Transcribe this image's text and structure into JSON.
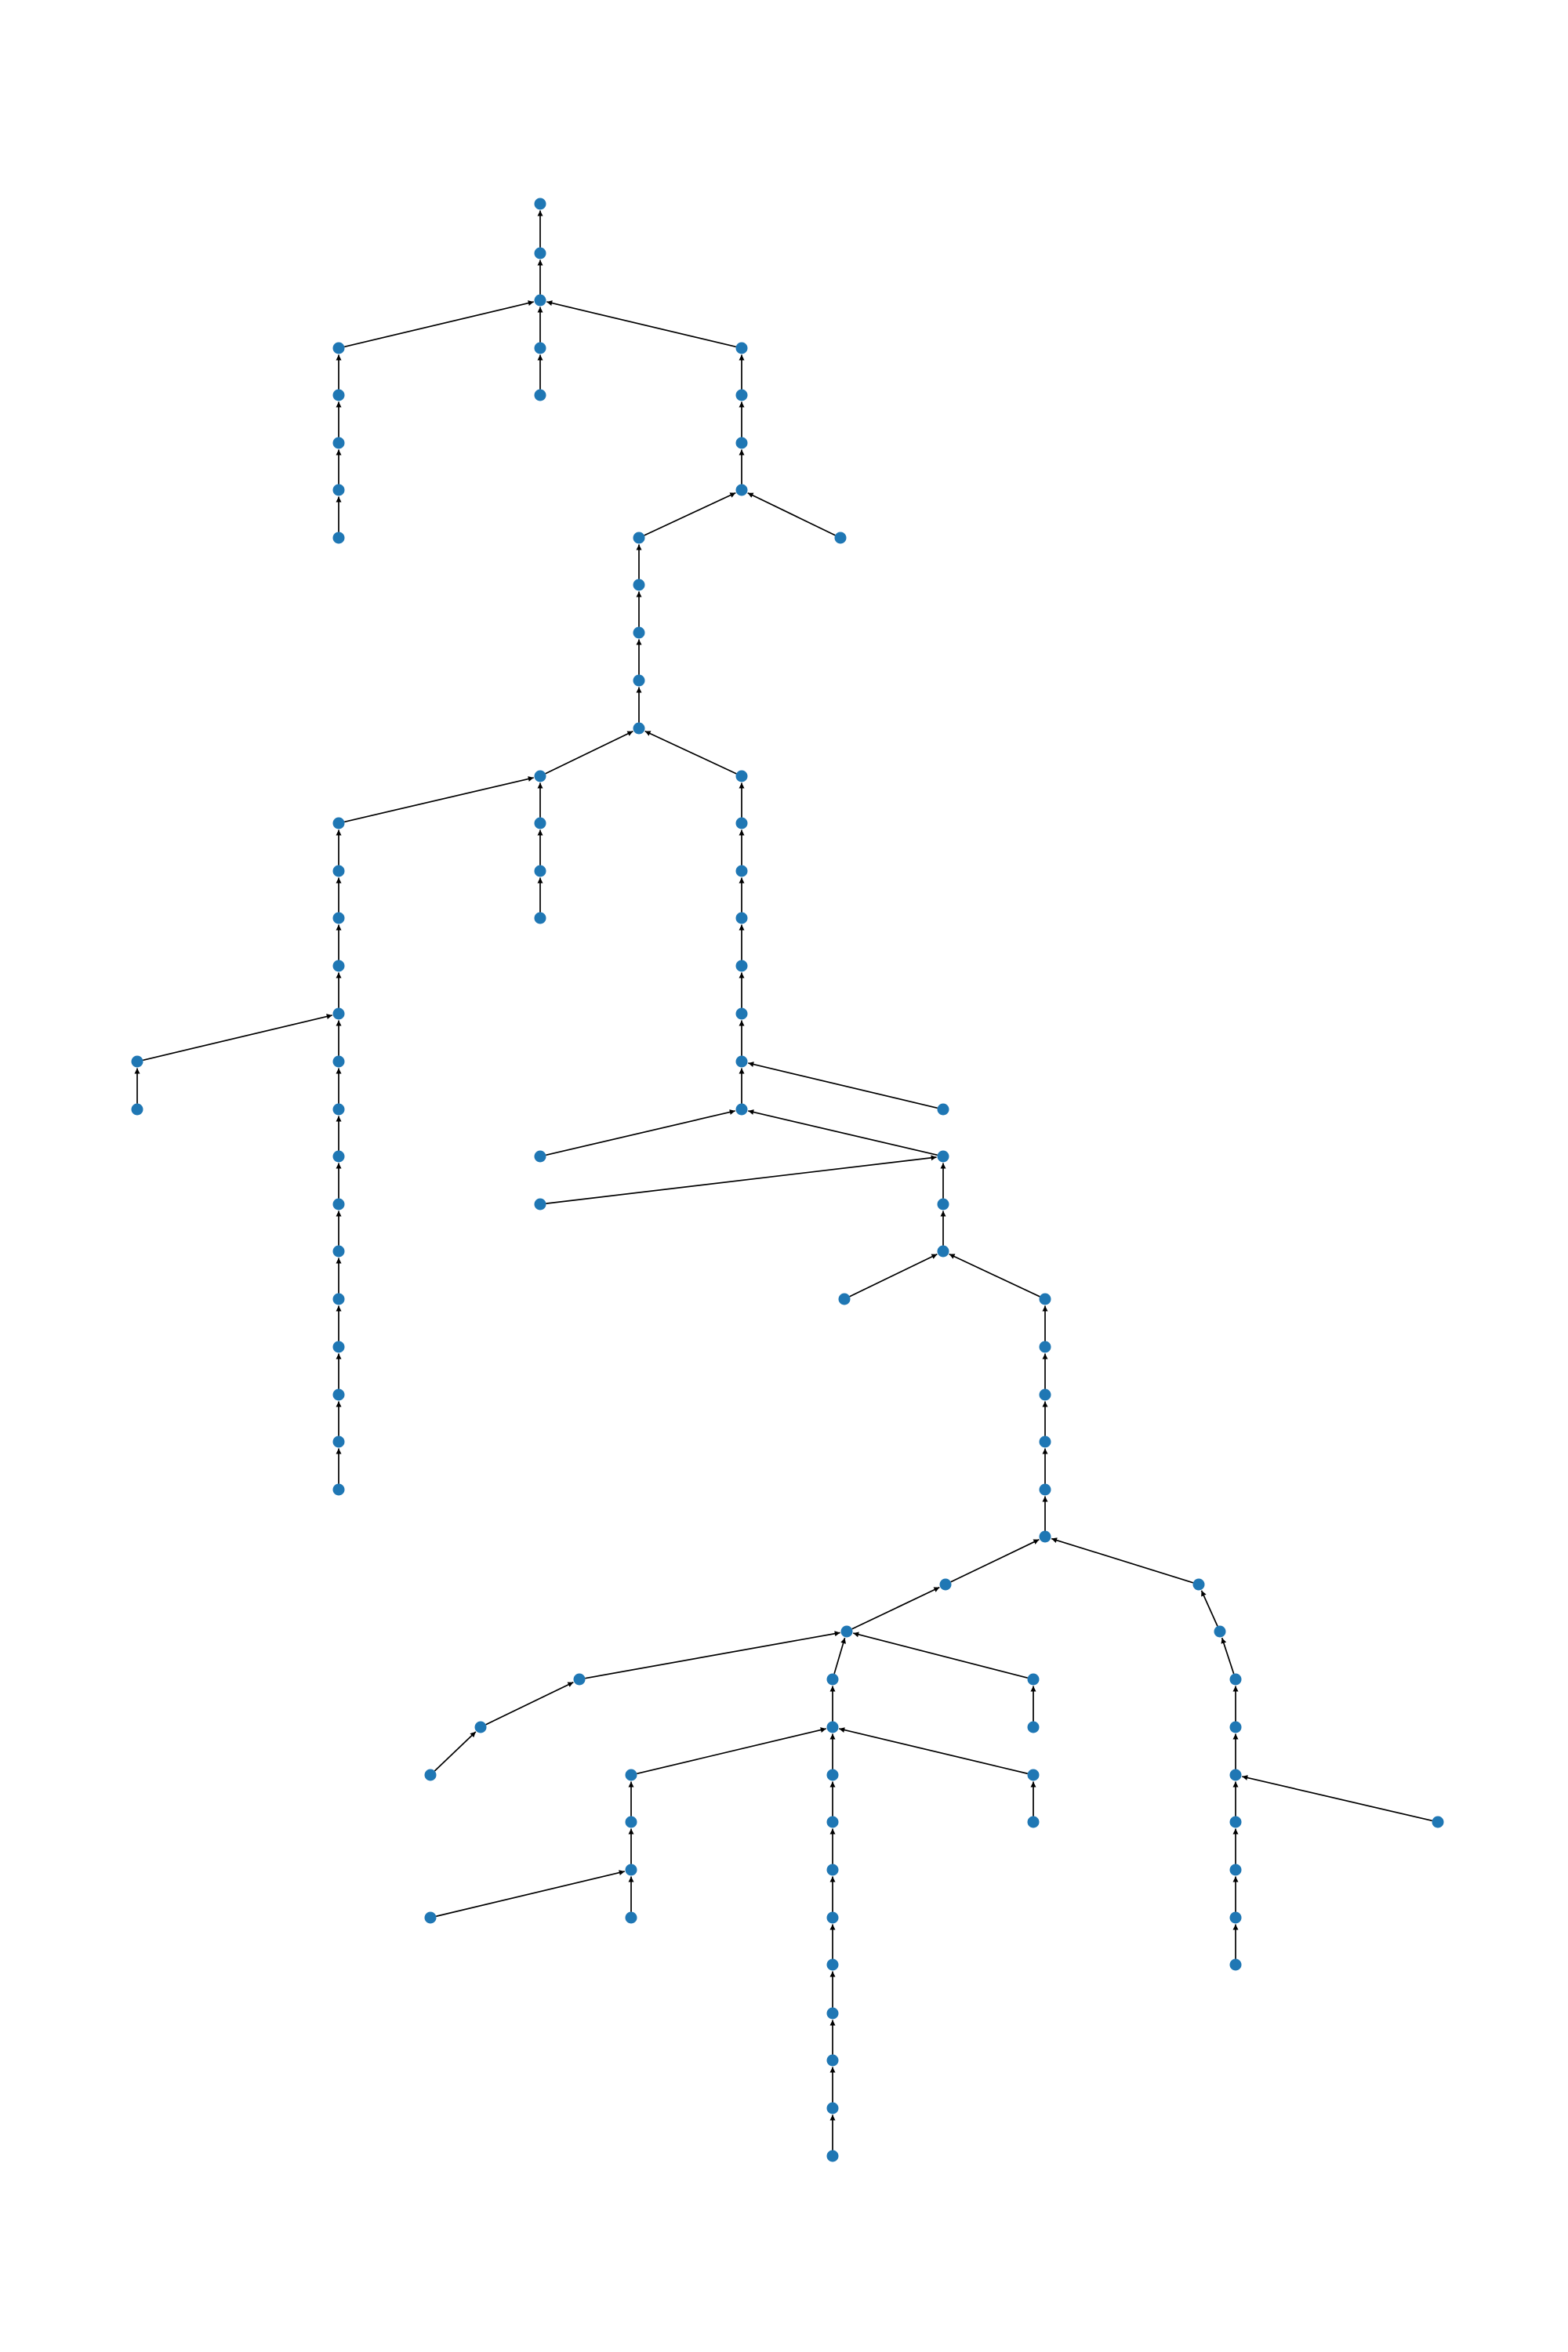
{
  "diagram": {
    "type": "directed-tree",
    "node_color": "#1f77b4",
    "edge_color": "#000000",
    "arrow_direction": "child-to-parent",
    "root": "n0",
    "parent_of": {
      "n1": "n0",
      "n2": "n1",
      "n3": "n2",
      "n4": "n3",
      "n5": "n4",
      "n6": "n5",
      "n7": "n6",
      "n8": "n2",
      "n9": "n8",
      "n10": "n2",
      "n11": "n10",
      "n12": "n11",
      "n13": "n12",
      "n14": "n13",
      "n15": "n13",
      "n16": "n14",
      "n17": "n16",
      "n18": "n17",
      "n19": "n18",
      "n20": "n19",
      "n21": "n19",
      "n22": "n20",
      "n23": "n22",
      "n24": "n23",
      "n25": "n24",
      "n26": "n25",
      "n27": "n26",
      "n28": "n27",
      "n29": "n28",
      "n30": "n29",
      "n31": "n30",
      "n32": "n31",
      "n33": "n32",
      "n34": "n33",
      "n35": "n34",
      "n36": "n35",
      "n37": "n26",
      "n38": "n37",
      "n39": "n20",
      "n40": "n39",
      "n41": "n40",
      "n42": "n21",
      "n43": "n42",
      "n44": "n43",
      "n45": "n44",
      "n46": "n45",
      "n47": "n46",
      "n48": "n47",
      "n49": "n48",
      "n50": "n48",
      "n51": "n47",
      "n52": "n50",
      "n53": "n50",
      "n54": "n53",
      "n55": "n54",
      "n56": "n54",
      "n57": "n56",
      "n58": "n57",
      "n59": "n58",
      "n60": "n59",
      "n61": "n60",
      "n62": "n61",
      "n63": "n61",
      "n64": "n62",
      "n65": "n64",
      "n66": "n64",
      "n67": "n64",
      "n68": "n65",
      "n69": "n68",
      "n70": "n69",
      "n71": "n66",
      "n72": "n71",
      "n73": "n72",
      "n74": "n73",
      "n75": "n74",
      "n76": "n75",
      "n77": "n76",
      "n78": "n77",
      "n79": "n78",
      "n80": "n79",
      "n81": "n80",
      "n82": "n72",
      "n83": "n82",
      "n84": "n83",
      "n85": "n84",
      "n86": "n84",
      "n87": "n72",
      "n88": "n87",
      "n89": "n67",
      "n90": "n63",
      "n91": "n90",
      "n92": "n91",
      "n93": "n92",
      "n94": "n93",
      "n95": "n94",
      "n96": "n95",
      "n97": "n96",
      "n98": "n97",
      "n99": "n94"
    }
  }
}
